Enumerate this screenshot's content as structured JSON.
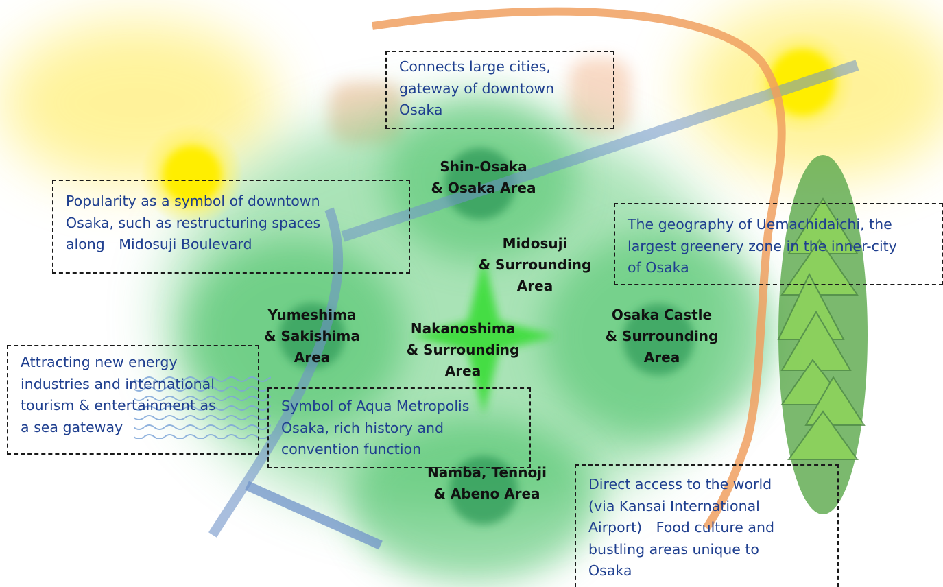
{
  "areas": {
    "shin_osaka": "Shin-Osaka\n& Osaka Area",
    "midosuji": "Midosuji\n& Surrounding\nArea",
    "yumeshima": "Yumeshima\n& Sakishima\nArea",
    "nakanoshima": "Nakanoshima\n& Surrounding\nArea",
    "osaka_castle": "Osaka Castle\n& Surrounding\nArea",
    "namba": "Namba, Tennoji\n& Abeno Area"
  },
  "notes": {
    "shin_osaka": "Connects large cities,\ngateway of downtown\nOsaka",
    "midosuji": "Popularity as a symbol of downtown\nOsaka, such as restructuring spaces\nalong　Midosuji Boulevard",
    "osaka_castle": "The geography of Uemachidaichi, the\nlargest greenery zone in the inner-city\nof Osaka",
    "yumeshima": "Attracting new energy\nindustries and international\ntourism & entertainment as\na sea gateway",
    "nakanoshima": "Symbol of Aqua Metropolis\nOsaka, rich history and\nconvention function",
    "namba": "Direct access to the world\n(via Kansai International\nAirport)　Food culture and\nbustling areas unique to\nOsaka"
  },
  "colors": {
    "glow_yellow": "#ffe600",
    "glow_orange": "#f6c9a8",
    "zone_green": "#2db548",
    "hub_green": "#2e8b57",
    "star_green": "#33dd33",
    "rail_blue": "#6f93c8",
    "rail_orange": "#f0a060",
    "forest_green": "#5aa84a",
    "note_text": "#1f3f8f"
  }
}
